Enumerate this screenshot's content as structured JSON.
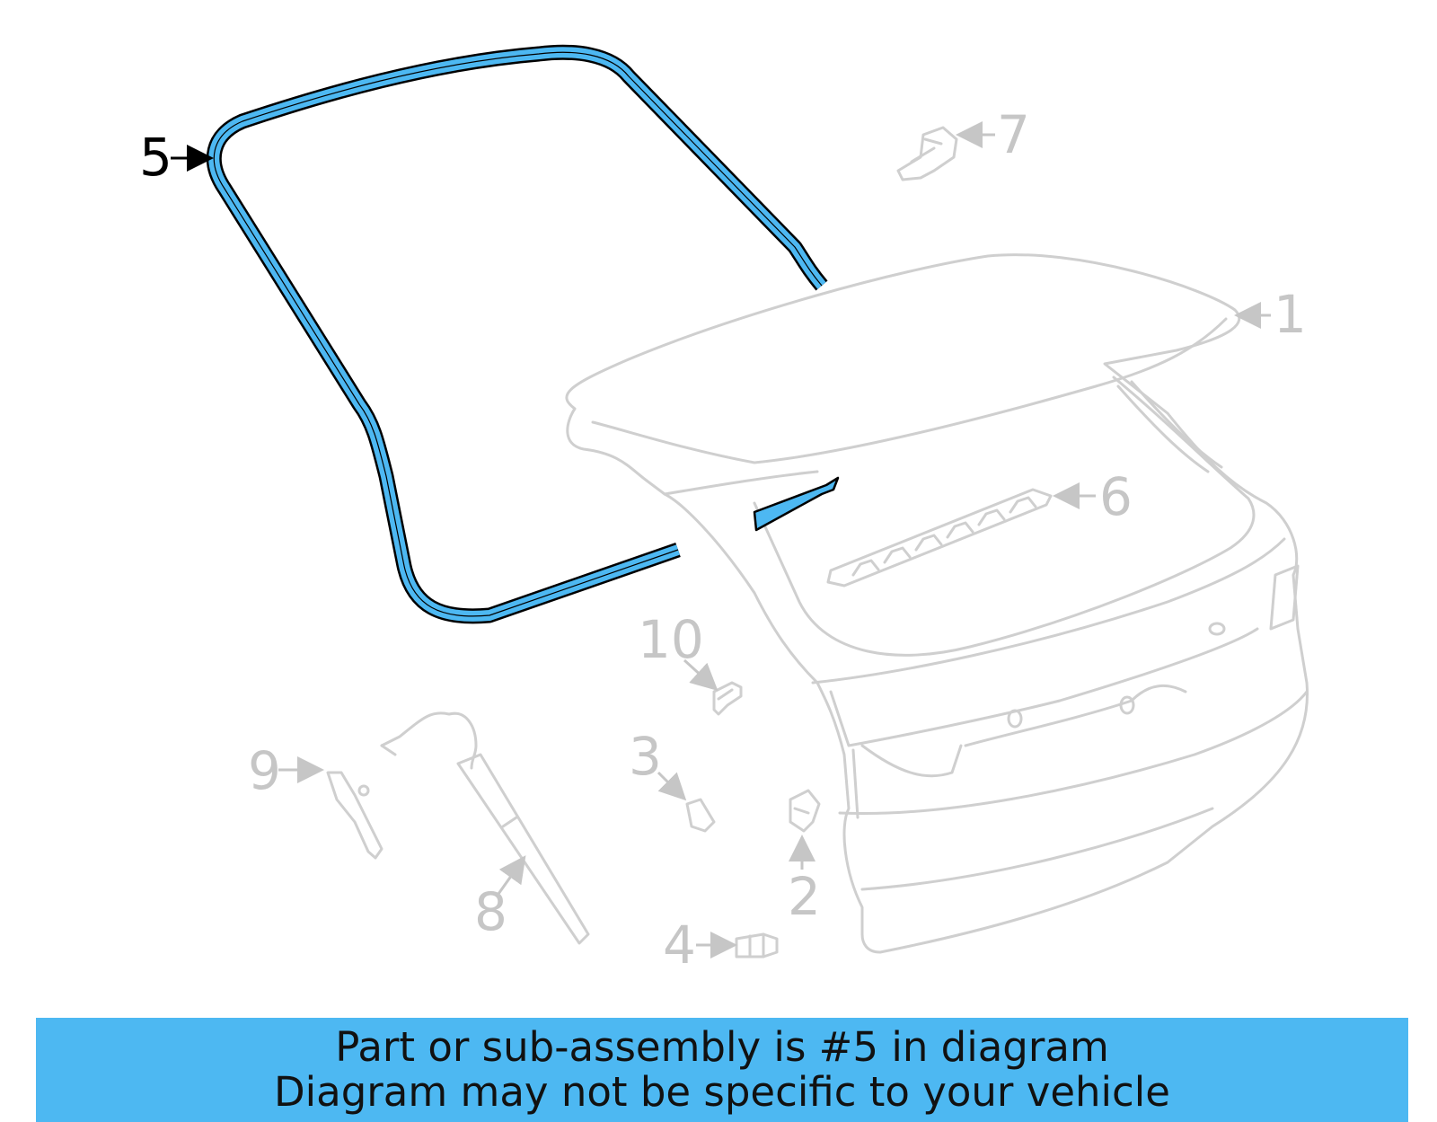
{
  "callouts": {
    "c1": "1",
    "c2": "2",
    "c3": "3",
    "c4": "4",
    "c5": "5",
    "c6": "6",
    "c7": "7",
    "c8": "8",
    "c9": "9",
    "c10": "10"
  },
  "highlighted_part": "5",
  "colors": {
    "highlight_fill": "#4db8f2",
    "banner_background": "#4db8f2",
    "ghost_line": "#cfcfcf"
  },
  "banner": {
    "line1": "Part or sub-assembly is #5 in diagram",
    "line2": "Diagram may not be specific to your vehicle"
  }
}
